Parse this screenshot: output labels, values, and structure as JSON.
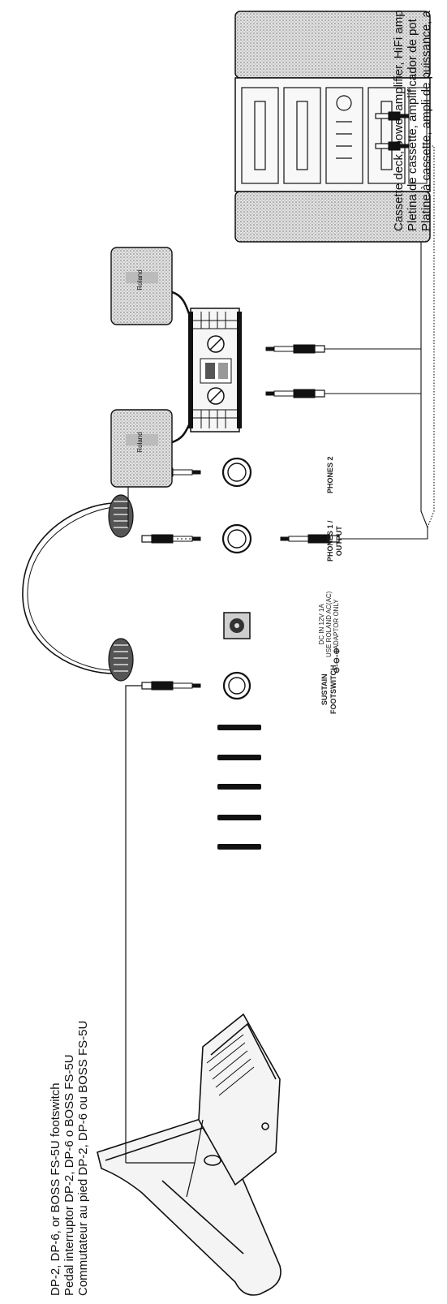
{
  "captions": {
    "footswitch": [
      "DP-2, DP-6, or BOSS FS-5U footswitch",
      "Pedal interruptor DP-2, DP-6 o BOSS FS-5U",
      "Commutateur au pied DP-2, DP-6 ou BOSS FS-5U"
    ],
    "audio": [
      "Cassette deck, power amplifier, HiFi amp",
      "Pletina de cassette, amplificador de pot",
      "Platine à cassette, ampli de puissance, a"
    ]
  },
  "panel_labels": {
    "sustain": [
      "SUSTAIN",
      "FOOTSWITCH"
    ],
    "dc_in": [
      "DC IN 12V 1A",
      "USE ROLAND AC(AC)",
      "ADAPTOR ONLY"
    ],
    "dc_polarity": "⊖-⊖-⊕",
    "phones1": [
      "PHONES 1 /",
      "OUTPUT"
    ],
    "phones2": "PHONES 2"
  },
  "brand": "Roland",
  "colors": {
    "ink": "#111111",
    "speaker_fill": "#d9d9d9",
    "background": "#ffffff"
  }
}
